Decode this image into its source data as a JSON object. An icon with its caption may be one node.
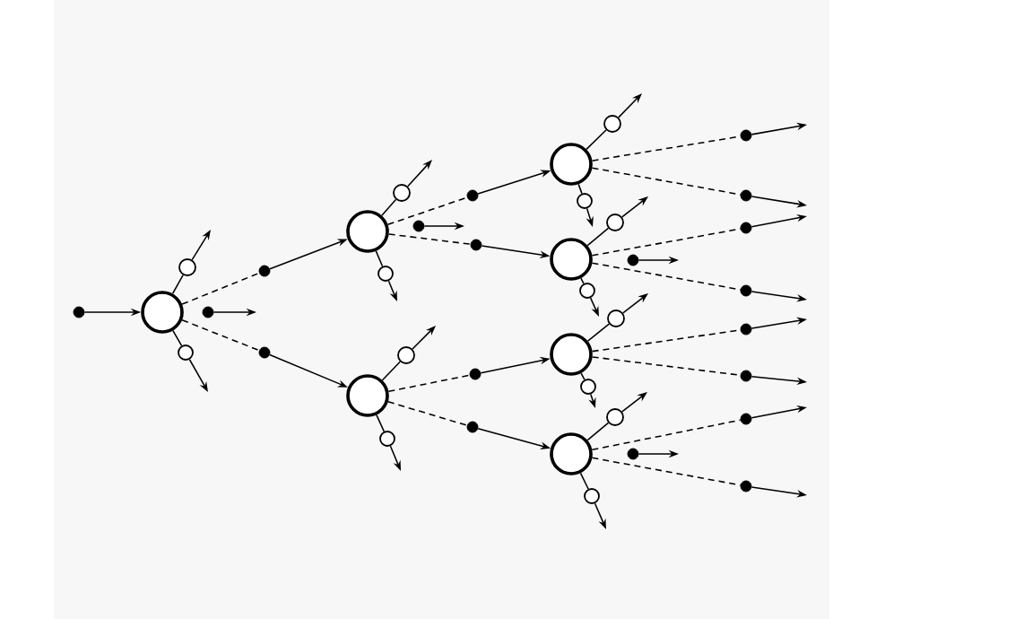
{
  "diagram": {
    "nodes": [
      {
        "text": [],
        "shape": "dot"
      },
      {
        "text": [],
        "shape": "circle"
      },
      {
        "text": [],
        "shape": "circle"
      },
      {
        "text": [],
        "shape": "circle"
      },
      {
        "text": [],
        "shape": "dot"
      },
      {
        "text": [],
        "shape": "dot"
      },
      {
        "text": [],
        "shape": "dot"
      },
      {
        "text": [],
        "shape": "circle"
      },
      {
        "text": [],
        "shape": "circle"
      },
      {
        "text": [],
        "shape": "circle"
      },
      {
        "text": [],
        "shape": "circle"
      },
      {
        "text": [],
        "shape": "dot"
      },
      {
        "text": [],
        "shape": "dot"
      },
      {
        "text": [],
        "shape": "dot"
      },
      {
        "text": [],
        "shape": "circle"
      },
      {
        "text": [],
        "shape": "circle"
      },
      {
        "text": [],
        "shape": "dot"
      },
      {
        "text": [],
        "shape": "dot"
      },
      {
        "text": [],
        "shape": "circle"
      },
      {
        "text": [],
        "shape": "circle"
      },
      {
        "text": [],
        "shape": "circle"
      },
      {
        "text": [],
        "shape": "circle"
      },
      {
        "text": [],
        "shape": "circle"
      },
      {
        "text": [],
        "shape": "circle"
      },
      {
        "text": [],
        "shape": "dot"
      },
      {
        "text": [],
        "shape": "dot"
      },
      {
        "text": [],
        "shape": "circle"
      },
      {
        "text": [],
        "shape": "circle"
      },
      {
        "text": [],
        "shape": "dot"
      },
      {
        "text": [],
        "shape": "dot"
      },
      {
        "text": [],
        "shape": "dot"
      },
      {
        "text": [],
        "shape": "circle"
      },
      {
        "text": [],
        "shape": "circle"
      },
      {
        "text": [],
        "shape": "dot"
      },
      {
        "text": [],
        "shape": "dot"
      },
      {
        "text": [],
        "shape": "circle"
      },
      {
        "text": [],
        "shape": "circle"
      },
      {
        "text": [],
        "shape": "dot"
      },
      {
        "text": [],
        "shape": "dot"
      },
      {
        "text": [],
        "shape": "dot"
      }
    ],
    "edges": [
      {
        "from": 0,
        "to": 1,
        "arrow": "to"
      },
      {
        "from": 1,
        "to": 2,
        "arrow": "none"
      },
      {
        "from": 2,
        "to": null,
        "arrow": "to"
      },
      {
        "from": 1,
        "to": 3,
        "arrow": "none"
      },
      {
        "from": 3,
        "to": null,
        "arrow": "to"
      },
      {
        "from": 4,
        "to": null,
        "arrow": "to"
      },
      {
        "from": 1,
        "to": 5,
        "arrow": "none",
        "style": "dashed"
      },
      {
        "from": 5,
        "to": 7,
        "arrow": "to"
      },
      {
        "from": 1,
        "to": 6,
        "arrow": "none",
        "style": "dashed"
      },
      {
        "from": 6,
        "to": 8,
        "arrow": "to"
      },
      {
        "from": 7,
        "to": 9,
        "arrow": "none"
      },
      {
        "from": 9,
        "to": null,
        "arrow": "to"
      },
      {
        "from": 7,
        "to": 10,
        "arrow": "none"
      },
      {
        "from": 10,
        "to": null,
        "arrow": "to"
      },
      {
        "from": 11,
        "to": null,
        "arrow": "to"
      },
      {
        "from": 7,
        "to": 12,
        "arrow": "none",
        "style": "dashed"
      },
      {
        "from": 12,
        "to": 18,
        "arrow": "to"
      },
      {
        "from": 7,
        "to": 13,
        "arrow": "none",
        "style": "dashed"
      },
      {
        "from": 13,
        "to": 19,
        "arrow": "to"
      },
      {
        "from": 8,
        "to": 14,
        "arrow": "none"
      },
      {
        "from": 14,
        "to": null,
        "arrow": "to"
      },
      {
        "from": 8,
        "to": 15,
        "arrow": "none"
      },
      {
        "from": 15,
        "to": null,
        "arrow": "to"
      },
      {
        "from": 8,
        "to": 16,
        "arrow": "none",
        "style": "dashed"
      },
      {
        "from": 16,
        "to": 20,
        "arrow": "to"
      },
      {
        "from": 8,
        "to": 17,
        "arrow": "none",
        "style": "dashed"
      },
      {
        "from": 17,
        "to": 21,
        "arrow": "to"
      },
      {
        "from": 18,
        "to": 22,
        "arrow": "none"
      },
      {
        "from": 22,
        "to": null,
        "arrow": "to"
      },
      {
        "from": 18,
        "to": 23,
        "arrow": "none"
      },
      {
        "from": 23,
        "to": null,
        "arrow": "to"
      },
      {
        "from": 18,
        "to": 24,
        "arrow": "none",
        "style": "dashed"
      },
      {
        "from": 24,
        "to": null,
        "arrow": "to"
      },
      {
        "from": 18,
        "to": 25,
        "arrow": "none",
        "style": "dashed"
      },
      {
        "from": 25,
        "to": null,
        "arrow": "to"
      },
      {
        "from": 19,
        "to": 26,
        "arrow": "none"
      },
      {
        "from": 26,
        "to": null,
        "arrow": "to"
      },
      {
        "from": 19,
        "to": 27,
        "arrow": "none"
      },
      {
        "from": 27,
        "to": null,
        "arrow": "to"
      },
      {
        "from": 28,
        "to": null,
        "arrow": "to"
      },
      {
        "from": 19,
        "to": 29,
        "arrow": "none",
        "style": "dashed"
      },
      {
        "from": 29,
        "to": null,
        "arrow": "to"
      },
      {
        "from": 19,
        "to": 30,
        "arrow": "none",
        "style": "dashed"
      },
      {
        "from": 30,
        "to": null,
        "arrow": "to"
      },
      {
        "from": 20,
        "to": 31,
        "arrow": "none"
      },
      {
        "from": 31,
        "to": null,
        "arrow": "to"
      },
      {
        "from": 20,
        "to": 32,
        "arrow": "none"
      },
      {
        "from": 32,
        "to": null,
        "arrow": "to"
      },
      {
        "from": 20,
        "to": 33,
        "arrow": "none",
        "style": "dashed"
      },
      {
        "from": 33,
        "to": null,
        "arrow": "to"
      },
      {
        "from": 20,
        "to": 34,
        "arrow": "none",
        "style": "dashed"
      },
      {
        "from": 34,
        "to": null,
        "arrow": "to"
      },
      {
        "from": 21,
        "to": 35,
        "arrow": "none"
      },
      {
        "from": 35,
        "to": null,
        "arrow": "to"
      },
      {
        "from": 21,
        "to": 36,
        "arrow": "none"
      },
      {
        "from": 36,
        "to": null,
        "arrow": "to"
      },
      {
        "from": 37,
        "to": null,
        "arrow": "to"
      },
      {
        "from": 21,
        "to": 38,
        "arrow": "none",
        "style": "dashed"
      },
      {
        "from": 38,
        "to": null,
        "arrow": "to"
      },
      {
        "from": 21,
        "to": 39,
        "arrow": "none",
        "style": "dashed"
      },
      {
        "from": 39,
        "to": null,
        "arrow": "to"
      }
    ]
  }
}
